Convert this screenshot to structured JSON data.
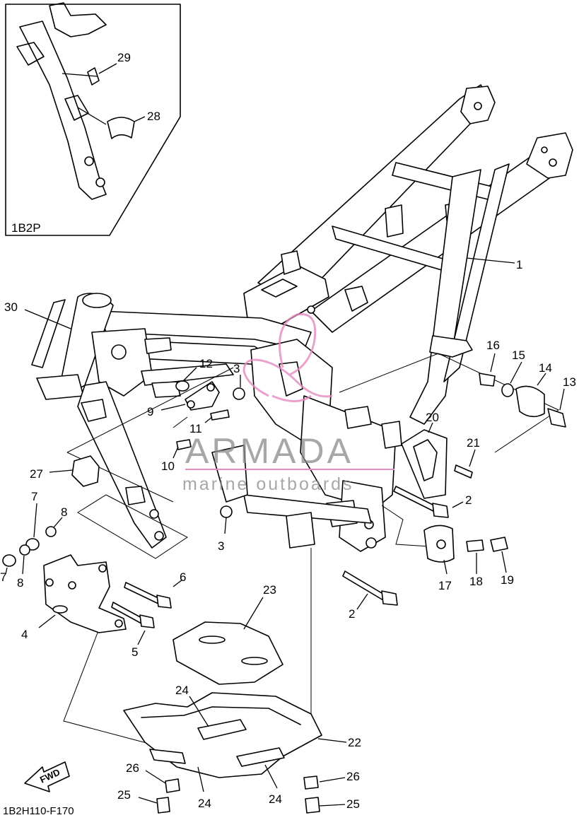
{
  "diagram_code": "1B2H110-F170",
  "inset": {
    "label": "1B2P",
    "callouts": [
      "29",
      "28"
    ]
  },
  "watermark": {
    "brand": "ARMADA",
    "tagline": "marine outboards",
    "logo_color": "#e58bc0"
  },
  "fwd_label": "FWD",
  "callouts": {
    "c1": "1",
    "c2a": "2",
    "c2b": "2",
    "c3a": "3",
    "c3b": "3",
    "c4": "4",
    "c5": "5",
    "c6": "6",
    "c7a": "7",
    "c7b": "7",
    "c8a": "8",
    "c8b": "8",
    "c9": "9",
    "c10": "10",
    "c11": "11",
    "c12": "12",
    "c13": "13",
    "c14": "14",
    "c15": "15",
    "c16": "16",
    "c17": "17",
    "c18": "18",
    "c19": "19",
    "c20": "20",
    "c21": "21",
    "c22": "22",
    "c23": "23",
    "c24a": "24",
    "c24b": "24",
    "c24c": "24",
    "c25a": "25",
    "c25b": "25",
    "c26a": "26",
    "c26b": "26",
    "c27": "27",
    "c30": "30"
  }
}
